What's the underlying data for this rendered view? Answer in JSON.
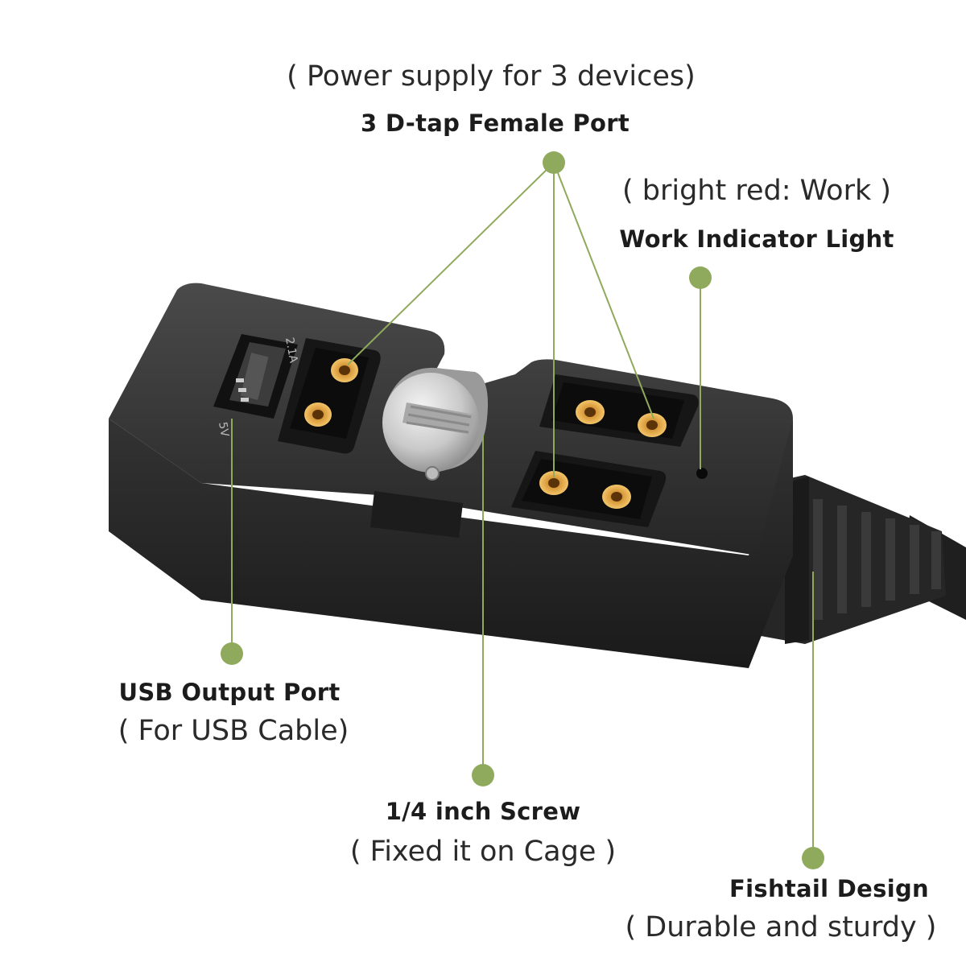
{
  "colors": {
    "accent_dot": "#8faa5c",
    "leader_line": "#8faa5c",
    "body": "#2b2b2b",
    "text": "#1c1c1c"
  },
  "callouts": {
    "dtap": {
      "subtitle": "( Power supply for 3 devices)",
      "title": "3 D-tap Female Port"
    },
    "indicator": {
      "subtitle": "( bright red: Work )",
      "title": "Work Indicator Light"
    },
    "usb": {
      "title": "USB Output Port",
      "subtitle": "( For USB Cable)"
    },
    "screw": {
      "title": "1/4 inch Screw",
      "subtitle": "( Fixed it on Cage )"
    },
    "fishtail": {
      "title": "Fishtail Design",
      "subtitle": "( Durable and sturdy )"
    }
  },
  "device": {
    "usb_rating": "2.1A",
    "usb_voltage": "5V"
  }
}
